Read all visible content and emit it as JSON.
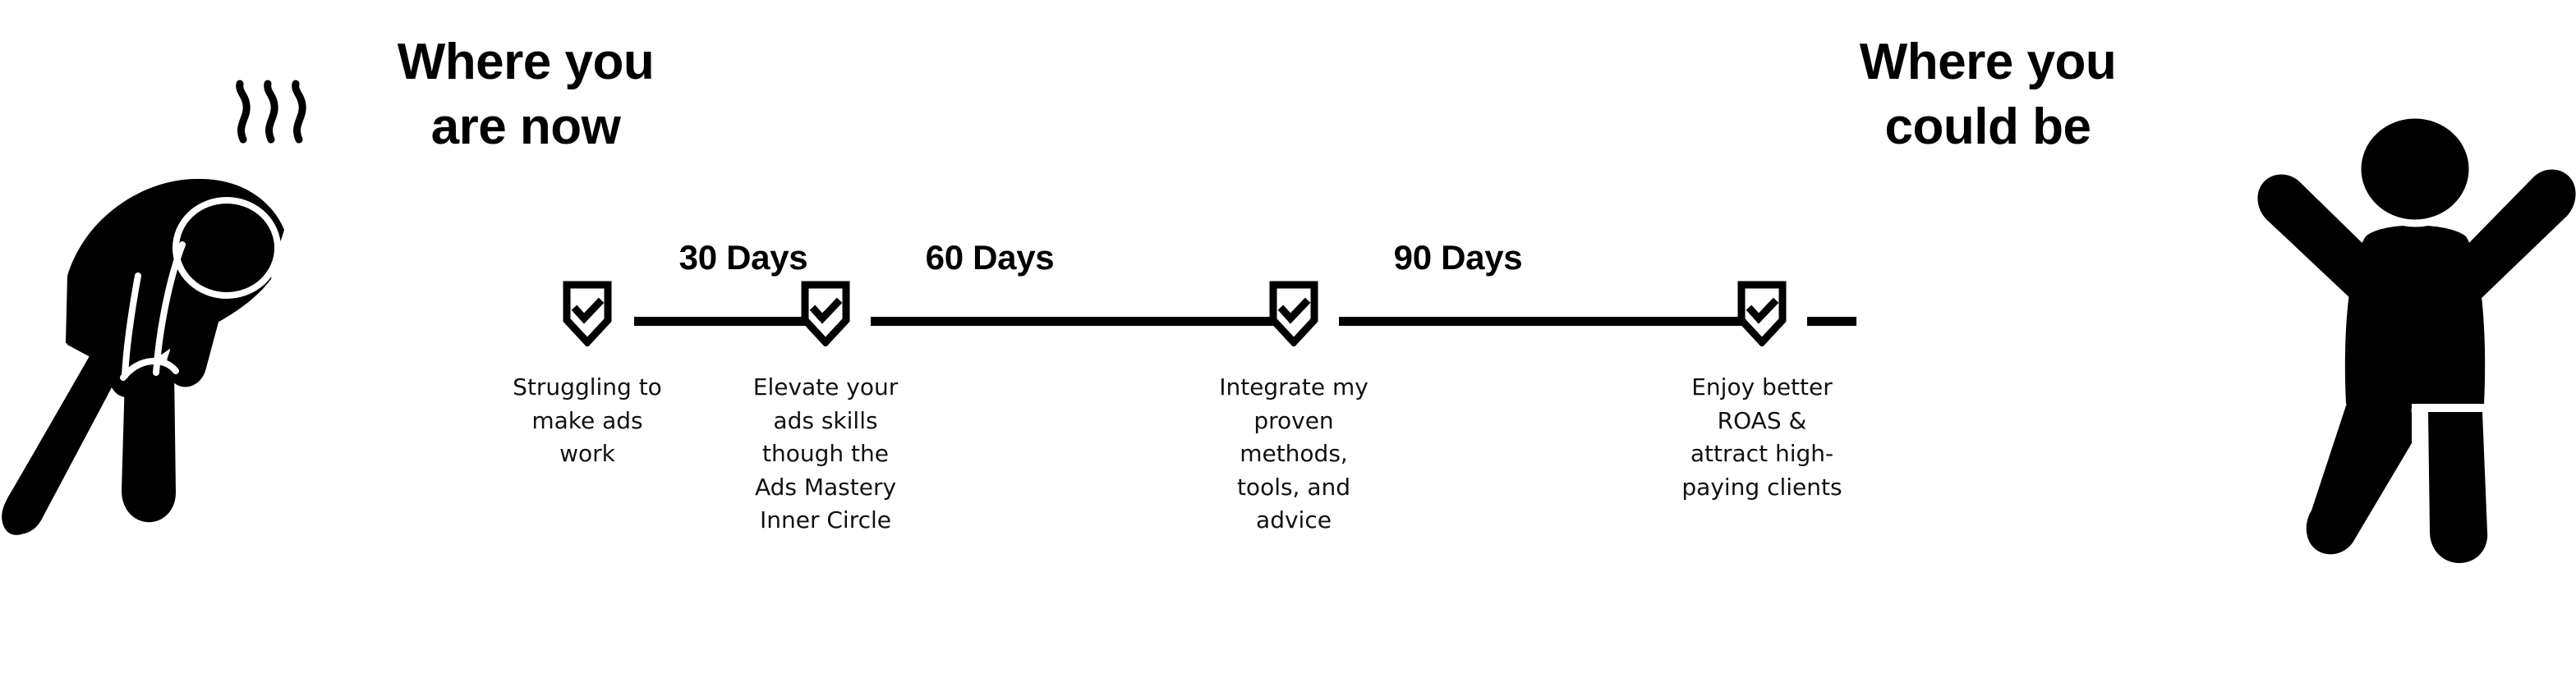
{
  "headings": {
    "left": {
      "line1": "Where you",
      "line2": "are now"
    },
    "right": {
      "line1": "Where you",
      "line2": "could be"
    }
  },
  "icons": {
    "tired_person": "tired-hunched-person-icon",
    "steam": "steam-squiggles-icon",
    "celebrating_person": "celebrating-person-arms-up-icon",
    "milestone": "shield-check-icon"
  },
  "timeline": {
    "durations": [
      {
        "label": "30 Days"
      },
      {
        "label": "60 Days"
      },
      {
        "label": "90 Days"
      }
    ],
    "milestones": [
      {
        "caption": "Struggling to make ads work"
      },
      {
        "caption": "Elevate your ads skills though the Ads Mastery Inner Circle"
      },
      {
        "caption": "Integrate my proven methods, tools, and advice"
      },
      {
        "caption": "Enjoy better ROAS & attract high-paying clients"
      }
    ]
  },
  "colors": {
    "background": "#ffffff",
    "ink": "#000000",
    "caption_ink": "#111111"
  }
}
